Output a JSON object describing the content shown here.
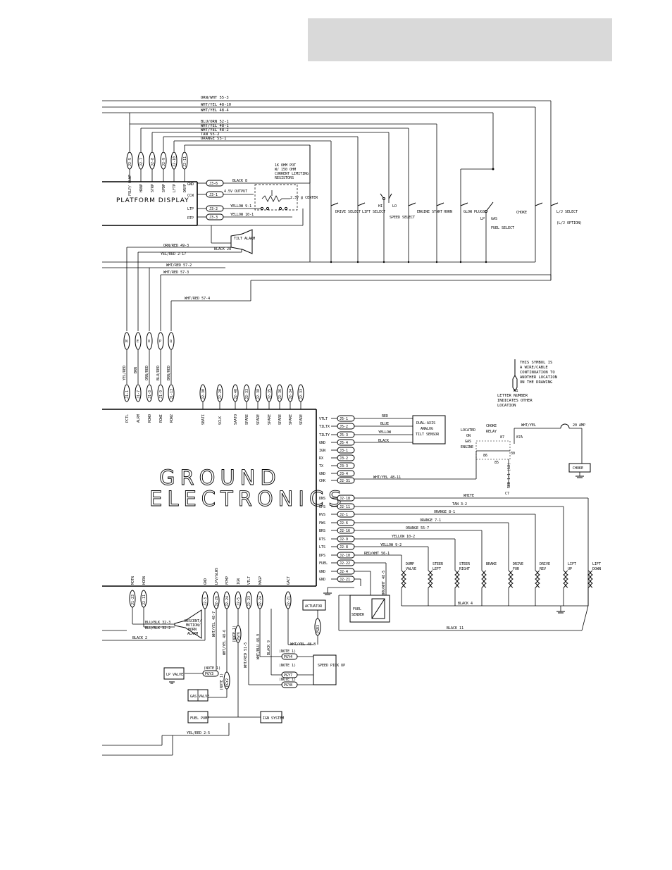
{
  "header": {},
  "top_wires": [
    "ORN/WHT 55-3",
    "WHT/YEL 48-10",
    "WHT/YEL 48-4",
    "BLU/ORN 52-1",
    "WHT/YEL 48-1",
    "WHT/YEL 48-2",
    "TAN 55-2",
    "ORANGE 55-1"
  ],
  "platform": {
    "title": "PLATFORM DISPLAY",
    "top_connectors": [
      "J2-5",
      "J2-7",
      "J2-8",
      "J2-9",
      "J2-10",
      "J2-11"
    ],
    "top_signals": [
      "FSLP/ GLWP",
      "HRNP",
      "STRP",
      "SPDP",
      "LFTP",
      "DRVP"
    ],
    "io": [
      {
        "sig": "GND",
        "pin": "J3-6",
        "wire": "BLACK 8"
      },
      {
        "sig": "CCW",
        "pin": "J3-1",
        "wire": "4.5V OUTPUT"
      },
      {
        "sig": "LTP",
        "pin": "J3-2",
        "wire": "YELLOW 9-1"
      },
      {
        "sig": "RTP",
        "pin": "J3-3",
        "wire": "YELLOW 10-1"
      }
    ],
    "pot_note": [
      "1K OHM POT",
      "W/ 150 OHM",
      "CURRENT LIMITING",
      "RESISTORS"
    ],
    "pot_center": "2.3V @ CENTER",
    "tilt_alarm": "TILT ALARM",
    "tilt_wires": [
      "ORN/RED 49-3",
      "YEL/RED 2-17",
      "BLACK 28"
    ],
    "mid_wires": [
      "WHT/RED 57-2",
      "WHT/RED 57-3",
      "WHT/RED 57-4"
    ]
  },
  "switches": [
    {
      "label": "DRIVE SELECT"
    },
    {
      "label": "LIFT SELECT"
    },
    {
      "label": "HI"
    },
    {
      "label": "LO"
    },
    {
      "label": "SPEED SELECT"
    },
    {
      "label": "ENGINE START"
    },
    {
      "label": "HORN"
    },
    {
      "label": "GLOW PLUGS"
    },
    {
      "label": "LP"
    },
    {
      "label": "GAS"
    },
    {
      "label": "FUEL SELECT"
    },
    {
      "label": "CHOKE"
    },
    {
      "label": "L/J SELECT"
    },
    {
      "label": "(L/J OPTION)"
    }
  ],
  "plugs": {
    "letters": [
      "N",
      "E",
      "O",
      "P",
      "Q"
    ],
    "colors": [
      "YEL/RED",
      "BRN",
      "ORN/RED",
      "BLU/RED",
      "BRN/RED"
    ]
  },
  "ground": {
    "title_line1": "GROUND",
    "title_line2": "ELECTRONICS",
    "top_connectors_left": [
      "J1-1",
      "J1-7",
      "J1-8",
      "J1-9",
      "J1-13"
    ],
    "top_signals_left": [
      "PCTL",
      "ALRM",
      "ROWO",
      "ROWI",
      "ROW2"
    ],
    "top_connectors_right": [
      "J2-30",
      "J2-20",
      "J2-40",
      "J2-33",
      "J2-38",
      "J2-35",
      "J2-36",
      "J2-34",
      "J2-33"
    ],
    "top_signals_right": [
      "SBATI",
      "SCLK",
      "SAATO",
      "SPARE",
      "SPARE",
      "SPARE",
      "SPARE",
      "SPARE",
      "SPARE"
    ],
    "right_signals": [
      "VTLT",
      "TILTX",
      "TILTY",
      "GND",
      "IGN",
      "RX",
      "TX",
      "GND",
      "CHK",
      "DNS",
      "UPS",
      "RVS",
      "FWS",
      "BRS",
      "RTS",
      "LTS",
      "DPS",
      "FUEL",
      "GND",
      "GND"
    ],
    "right_pins": [
      "J5-1",
      "J5-2",
      "J5-3",
      "J5-4",
      "J3-1",
      "J3-2",
      "J3-3",
      "J3-4",
      "J2-31",
      "J2-18",
      "J2-11",
      "J2-1",
      "J2-6",
      "J2-16",
      "J2-9",
      "J2-8",
      "J2-10",
      "J2-22",
      "J2-4",
      "J2-21"
    ],
    "bottom_signals": [
      "MOTN",
      "HORN",
      "GND",
      "LPV/GLWS",
      "FPMP",
      "IGN",
      "VTLT",
      "MAGP",
      "GACT"
    ],
    "bottom_pins": [
      "J1-23",
      "J2-11",
      "J2-3",
      "J2-26",
      "J2-24",
      "J2-5",
      "J2-23",
      "J2-24",
      "J2-21"
    ]
  },
  "tilt_sensor": {
    "label": "DUAL-AXIS ANALOG TILT SENSOR",
    "wires": [
      "RED",
      "BLUE",
      "YELLOW",
      "BLACK"
    ]
  },
  "symbol_note": [
    "THIS SYMBOL IS",
    "A WIRE/CABLE",
    "CONTINUATION TO",
    "ANOTHER LOCATION",
    "ON THE DRAWING"
  ],
  "symbol_example": "A1",
  "symbol_note2": [
    "LETTER NUMBER",
    "INDICATES OTHER",
    "LOCATION"
  ],
  "choke": {
    "located": "LOCATED ON GAS ENGINE",
    "relay": "CHOKE RELAY",
    "pins": [
      "87",
      "87A",
      "86",
      "85",
      "30"
    ],
    "wire_in": "WHT/YEL 48-11",
    "wire_out": "WHT/YEL",
    "fuse": "20 AMP",
    "box": "CHOKE",
    "red_wire": "RED 1-1 (12)",
    "tag": "C7"
  },
  "valve_wires": [
    "WHITE",
    "TAN 3-2",
    "ORANGE 8-1",
    "ORANGE 7-1",
    "ORANGE 55-7",
    "YELLOW 10-2",
    "YELLOW 9-2",
    "RED/WHT 56-1",
    "BRN/WHT 48-5",
    "BLACK 4",
    "BLACK 11"
  ],
  "valves": [
    "DUMP VALVE",
    "STEER LEFT",
    "STEER RIGHT",
    "BRAKE",
    "DRIVE FOR",
    "DRIVE REV",
    "LIFT UP",
    "LIFT DOWN"
  ],
  "fuel_sender": "FUEL SENDER",
  "actuator": "ACTUATOR",
  "horn_alarm": [
    "DESCENT/",
    "MOTION/",
    "HORN",
    "ALARM"
  ],
  "horn_wires": [
    "BLU/BLK 32-3",
    "BLU/BLK 32-2",
    "BLACK 2"
  ],
  "bottom": {
    "wires": [
      "WHT/YEL 48-7",
      "WHT/YEL 48-6",
      "WHT/RED 51-5",
      "WHT/BLU 48-9",
      "WHT/YEL 48-8",
      "BLACK 9",
      "YEL/RED 2-5"
    ],
    "notes": [
      "(NOTE 1)",
      "(NOTE 1)",
      "(NOTE 1)",
      "(NOTE 1)",
      "(NOTE 1)",
      "(NOTE 1)"
    ],
    "tags": [
      "PGY3",
      "PGY2",
      "PGY6",
      "PGY4",
      "PGY7",
      "PGY8",
      "PGR3"
    ],
    "lp_valve": "LP VALVE",
    "gas_valve": "GAS VALVE",
    "fuel_pump": "FUEL PUMP",
    "ign_system": "IGN SYSTEM",
    "speed_pickup": "SPEED PICK UP"
  }
}
